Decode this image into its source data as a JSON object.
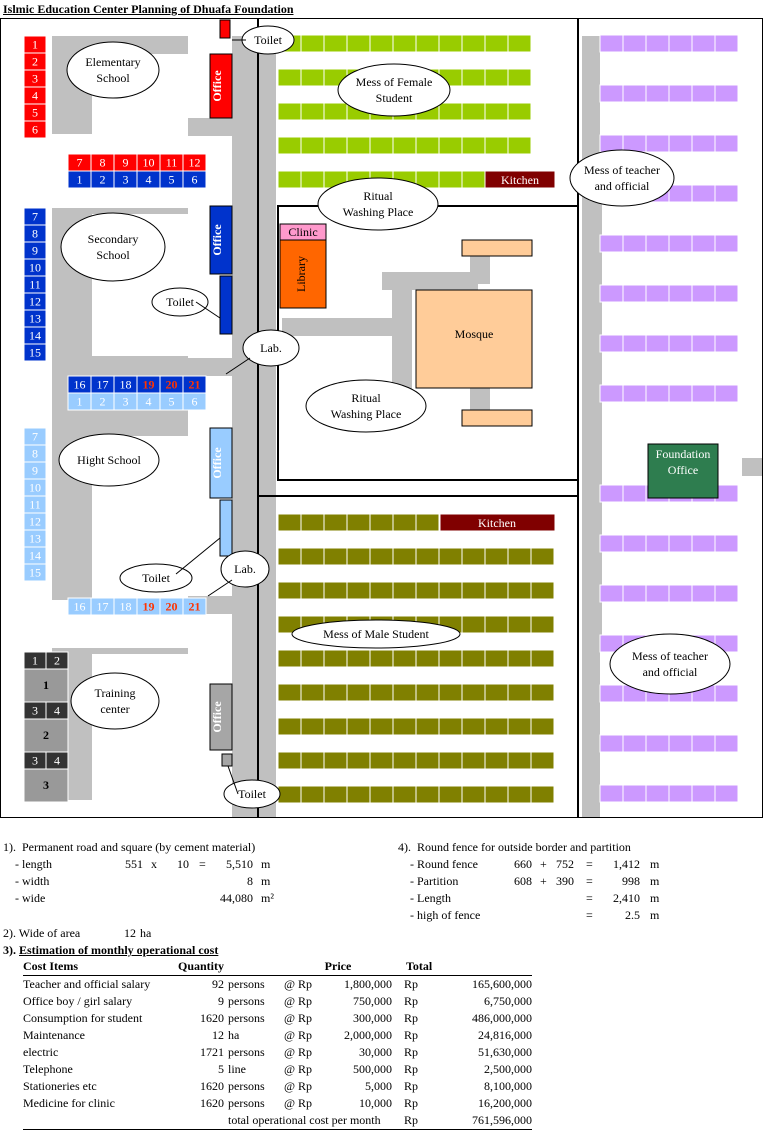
{
  "title": "Islmic Education Center Planning of Dhuafa Foundation",
  "plan": {
    "colors": {
      "road": "#c0c0c0",
      "elementary": "#ff0000",
      "secondary": "#0033cc",
      "high": "#99ccff",
      "training_dark": "#333333",
      "training_grey": "#999999",
      "office_grey": "#a6a6a6",
      "mess_female": "#99cc00",
      "mess_male": "#808000",
      "mess_teacher": "#cc99ff",
      "kitchen": "#800000",
      "clinic": "#ff99cc",
      "library": "#ff6600",
      "mosque": "#ffcc99",
      "foundation_office": "#2e7d4f",
      "red_number": "#ff3300"
    },
    "elementary": {
      "label": "Elementary School",
      "col": [
        "1",
        "2",
        "3",
        "4",
        "5",
        "6"
      ],
      "row_top": [
        "7",
        "8",
        "9",
        "10",
        "11",
        "12"
      ],
      "row_bottom": [
        "1",
        "2",
        "3",
        "4",
        "5",
        "6"
      ]
    },
    "secondary": {
      "label": "Secondary School",
      "col": [
        "7",
        "8",
        "9",
        "10",
        "11",
        "12",
        "13",
        "14",
        "15"
      ],
      "row_top": [
        "16",
        "17",
        "18",
        "19",
        "20",
        "21"
      ],
      "row_bottom": [
        "1",
        "2",
        "3",
        "4",
        "5",
        "6"
      ]
    },
    "high": {
      "label": "Hight School",
      "col": [
        "7",
        "8",
        "9",
        "10",
        "11",
        "12",
        "13",
        "14",
        "15"
      ],
      "row": [
        "16",
        "17",
        "18",
        "19",
        "20",
        "21"
      ]
    },
    "training": {
      "label": "Training center",
      "pairs": [
        [
          "1",
          "2"
        ],
        [
          "3",
          "4"
        ],
        [
          "3",
          "4"
        ]
      ],
      "blocks": [
        "1",
        "2",
        "3"
      ]
    },
    "office": "Office",
    "toilet": "Toilet",
    "lab": "Lab.",
    "kitchen": "Kitchen",
    "clinic": "Clinic",
    "library": "Library",
    "mosque": "Mosque",
    "ritual": "Ritual Washing Place",
    "foundation_office": "Foundation Office",
    "mess_female": "Mess of Female Student",
    "mess_male": "Mess of Male Student",
    "mess_teacher": "Mess of teacher and official"
  },
  "notes": {
    "road": {
      "heading": "1).  Permanent road and square (by cement material)",
      "rows": [
        {
          "label": "- length",
          "a": "551",
          "op": "x",
          "b": "10",
          "eq": "=",
          "val": "5,510",
          "unit": "m"
        },
        {
          "label": "- width",
          "a": "",
          "op": "",
          "b": "",
          "eq": "",
          "val": "8",
          "unit": "m"
        },
        {
          "label": "- wide",
          "a": "",
          "op": "",
          "b": "",
          "eq": "",
          "val": "44,080",
          "unit": "m²"
        }
      ]
    },
    "fence": {
      "heading": "4).  Round fence for outside border and partition",
      "rows": [
        {
          "label": "- Round fence",
          "a": "660",
          "op": "+",
          "b": "752",
          "eq": "=",
          "val": "1,412",
          "unit": "m"
        },
        {
          "label": "- Partition",
          "a": "608",
          "op": "+",
          "b": "390",
          "eq": "=",
          "val": "998",
          "unit": "m"
        },
        {
          "label": "- Length",
          "a": "",
          "op": "",
          "b": "",
          "eq": "=",
          "val": "2,410",
          "unit": "m"
        },
        {
          "label": "- high of fence",
          "a": "",
          "op": "",
          "b": "",
          "eq": "=",
          "val": "2.5",
          "unit": "m"
        }
      ]
    },
    "area": {
      "label": "2). Wide of area",
      "value": "12",
      "unit": "ha"
    },
    "cost": {
      "number": "3). ",
      "heading": "Estimation of monthly operational cost",
      "headers": [
        "Cost Items",
        "Quantity",
        "Price",
        "Total"
      ],
      "rows": [
        {
          "item": "Teacher and official salary",
          "qty": "92",
          "unit": "persons",
          "at": "@ Rp",
          "price": "1,800,000",
          "rp": "Rp",
          "total": "165,600,000"
        },
        {
          "item": "Office boy / girl salary",
          "qty": "9",
          "unit": "persons",
          "at": "@ Rp",
          "price": "750,000",
          "rp": "Rp",
          "total": "6,750,000"
        },
        {
          "item": "Consumption for student",
          "qty": "1620",
          "unit": "persons",
          "at": "@ Rp",
          "price": "300,000",
          "rp": "Rp",
          "total": "486,000,000"
        },
        {
          "item": "Maintenance",
          "qty": "12",
          "unit": "ha",
          "at": "@ Rp",
          "price": "2,000,000",
          "rp": "Rp",
          "total": "24,816,000"
        },
        {
          "item": "electric",
          "qty": "1721",
          "unit": "persons",
          "at": "@ Rp",
          "price": "30,000",
          "rp": "Rp",
          "total": "51,630,000"
        },
        {
          "item": "Telephone",
          "qty": "5",
          "unit": "line",
          "at": "@ Rp",
          "price": "500,000",
          "rp": "Rp",
          "total": "2,500,000"
        },
        {
          "item": "Stationeries etc",
          "qty": "1620",
          "unit": "persons",
          "at": "@ Rp",
          "price": "5,000",
          "rp": "Rp",
          "total": "8,100,000"
        },
        {
          "item": "Medicine for clinic",
          "qty": "1620",
          "unit": "persons",
          "at": "@ Rp",
          "price": "10,000",
          "rp": "Rp",
          "total": "16,200,000"
        }
      ],
      "total_label": "total operational cost per month",
      "total_rp": "Rp",
      "total_value": "761,596,000"
    }
  }
}
